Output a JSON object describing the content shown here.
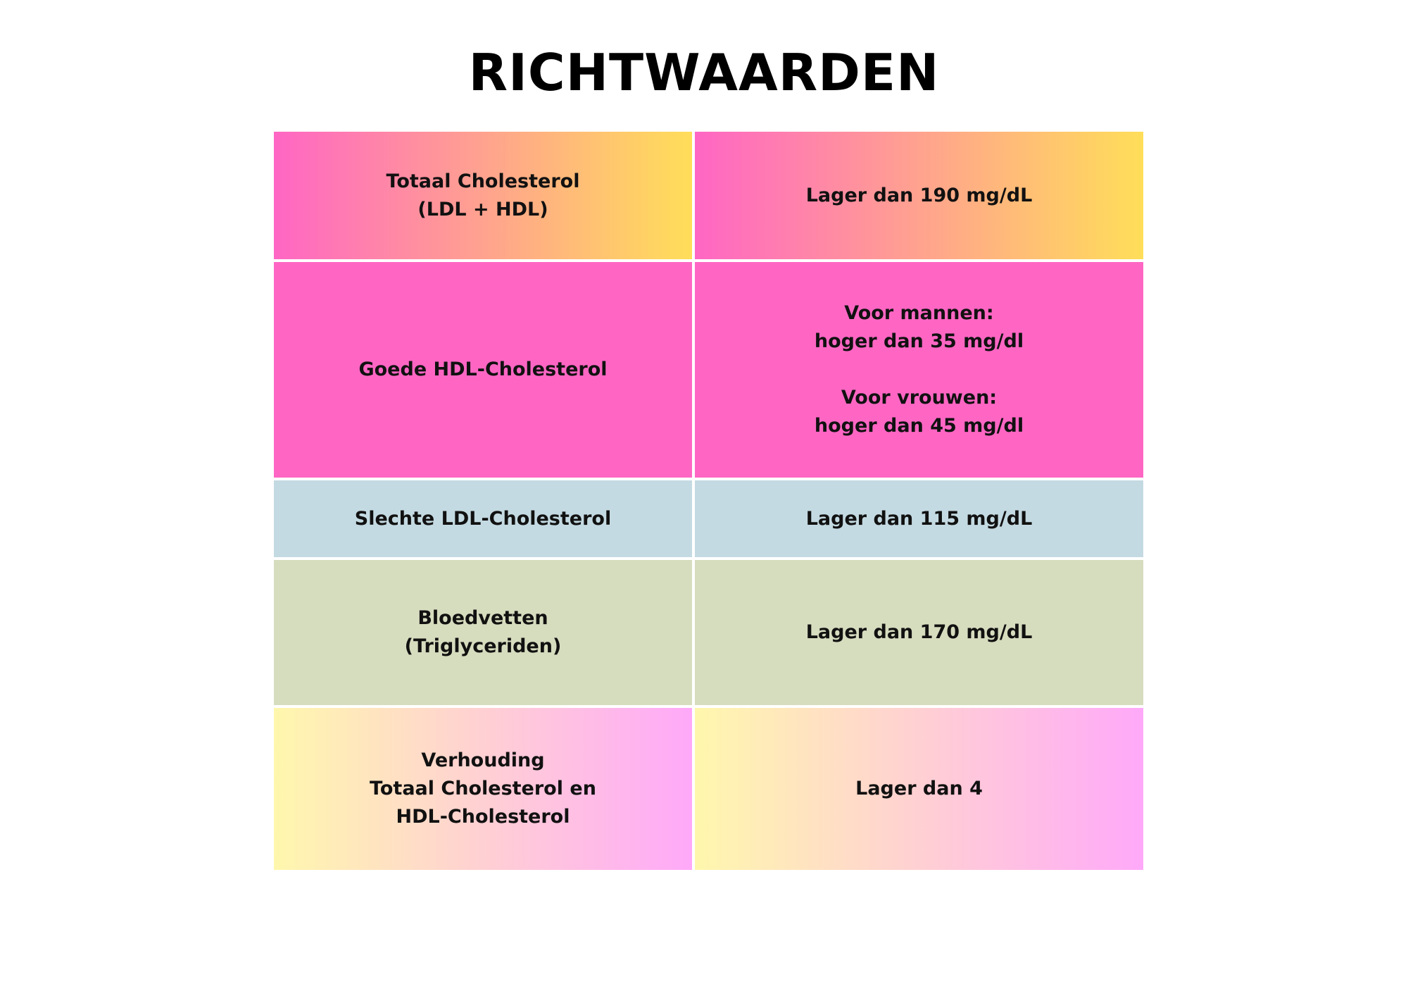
{
  "title": "RICHTWAARDEN",
  "rows": [
    {
      "label": "Totaal Cholesterol\n(LDL + HDL)",
      "value": "Lager dan 190 mg/dL"
    },
    {
      "label": "Goede HDL-Cholesterol",
      "value": "Voor mannen:\nhoger dan 35 mg/dl\n\nVoor vrouwen:\nhoger dan 45 mg/dl"
    },
    {
      "label": "Slechte LDL-Cholesterol",
      "value": "Lager dan 115 mg/dL"
    },
    {
      "label": "Bloedvetten\n(Triglyceriden)",
      "value": "Lager dan 170 mg/dL"
    },
    {
      "label": "Verhouding\nTotaal Cholesterol en\nHDL-Cholesterol",
      "value": "Lager dan 4"
    }
  ],
  "colors": {
    "pink": "#ff66c4",
    "yellow": "#ffde59",
    "light_blue": "#c4dae2",
    "sage": "#d6dcbe",
    "pale_yellow": "#fff7ad",
    "light_pink": "#ffa9f9"
  }
}
